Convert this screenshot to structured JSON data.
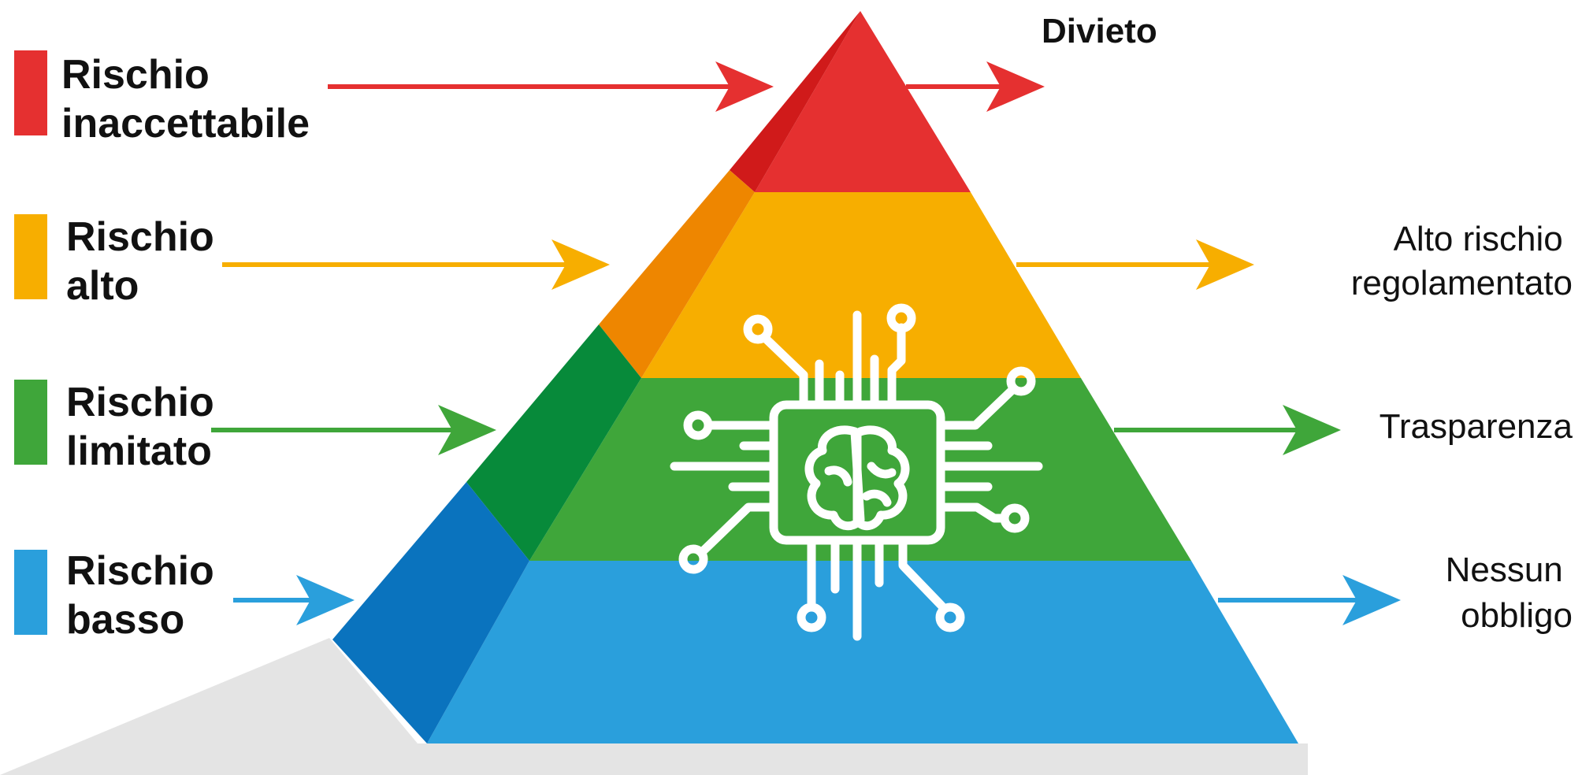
{
  "diagram": {
    "levels": [
      {
        "key": "unacceptable",
        "left_label": [
          "Rischio",
          "inaccettabile"
        ],
        "right_label": [
          "Divieto"
        ],
        "color": "#E53030",
        "side_color": "#D01A1A"
      },
      {
        "key": "high",
        "left_label": [
          "Rischio",
          "alto"
        ],
        "right_label": [
          "Alto rischio",
          "regolamentato"
        ],
        "color": "#F7AE00",
        "side_color": "#EE8600"
      },
      {
        "key": "limited",
        "left_label": [
          "Rischio",
          "limitato"
        ],
        "right_label": [
          "Trasparenza"
        ],
        "color": "#3FA63A",
        "side_color": "#078A3A"
      },
      {
        "key": "low",
        "left_label": [
          "Rischio",
          "basso"
        ],
        "right_label": [
          "Nessun",
          "obbligo"
        ],
        "color": "#2A9FDC",
        "side_color": "#0A73BE"
      }
    ],
    "center_icon": "ai-chip-brain-icon",
    "shadow_color": "#E4E4E4"
  }
}
